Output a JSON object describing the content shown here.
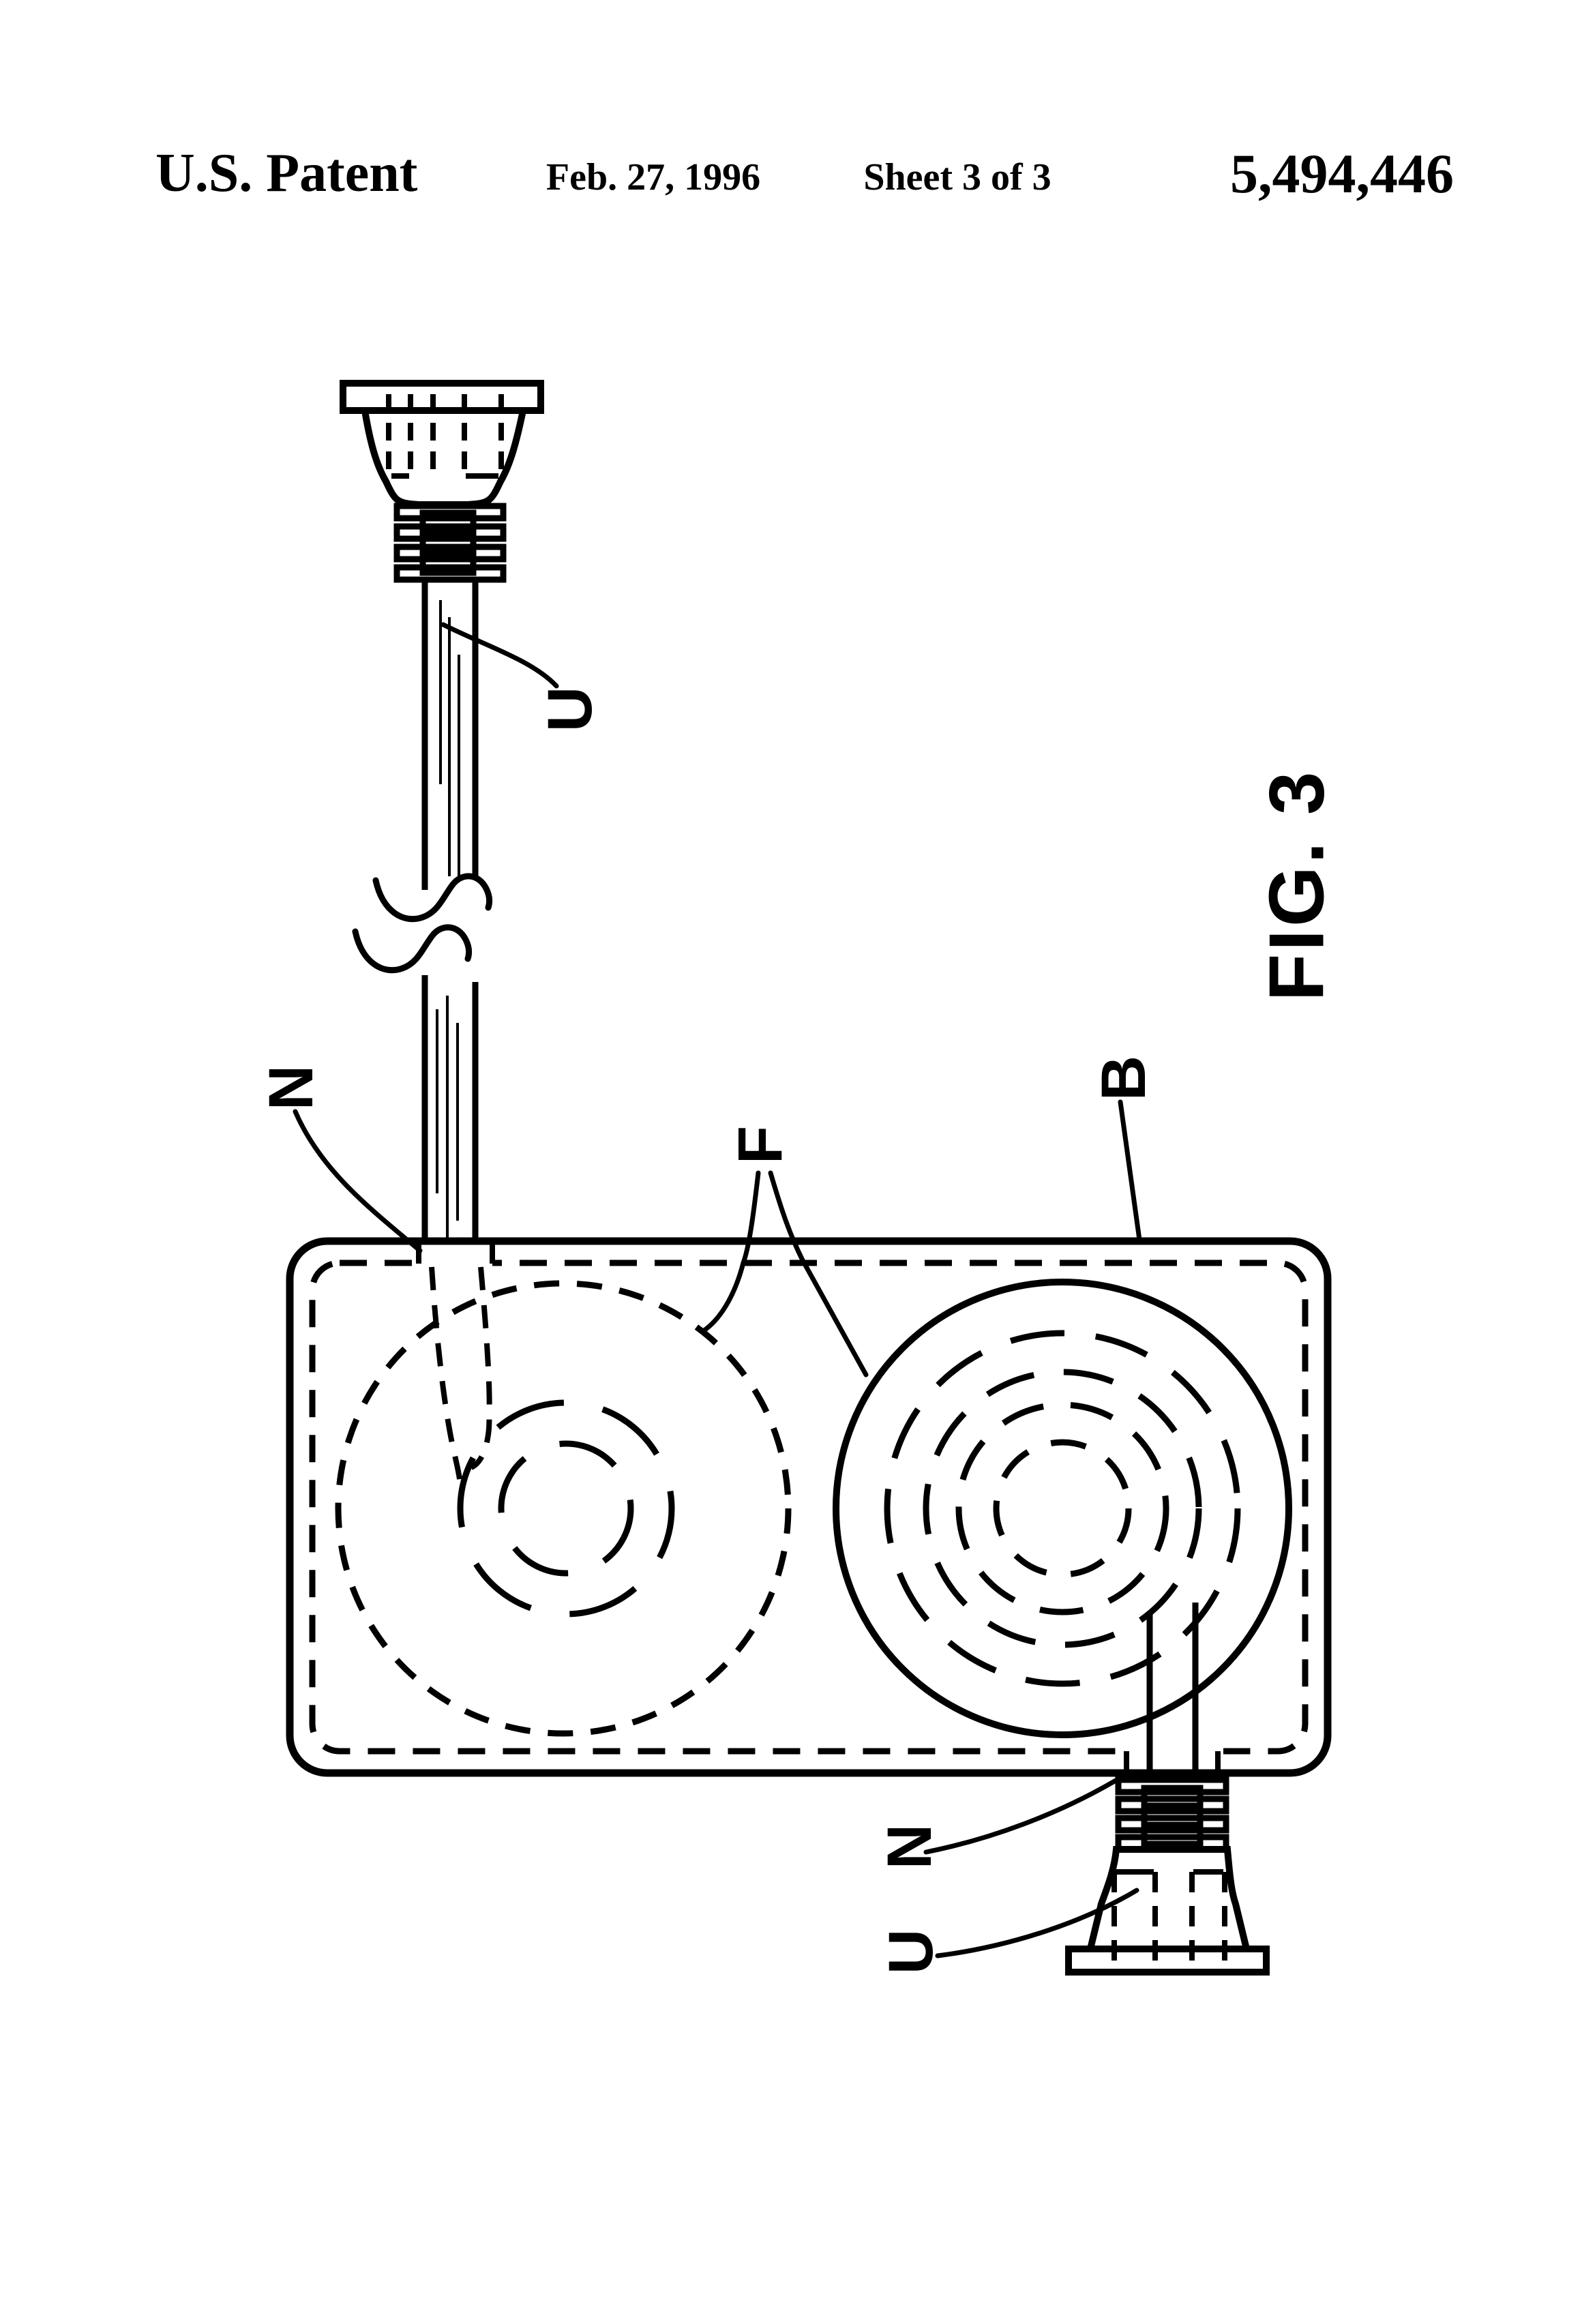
{
  "page": {
    "background": "#ffffff",
    "ink": "#000000"
  },
  "header": {
    "title": "U.S. Patent",
    "date": "Feb. 27, 1996",
    "sheet": "Sheet 3 of 3",
    "patent_number": "5,494,446"
  },
  "figure": {
    "caption": "FIG. 3",
    "labels": {
      "top_cord": "U",
      "top_cord_entry": "N",
      "field_coils": "F",
      "enclosure": "B",
      "bottom_cord_exit": "N",
      "bottom_plug": "U"
    }
  }
}
